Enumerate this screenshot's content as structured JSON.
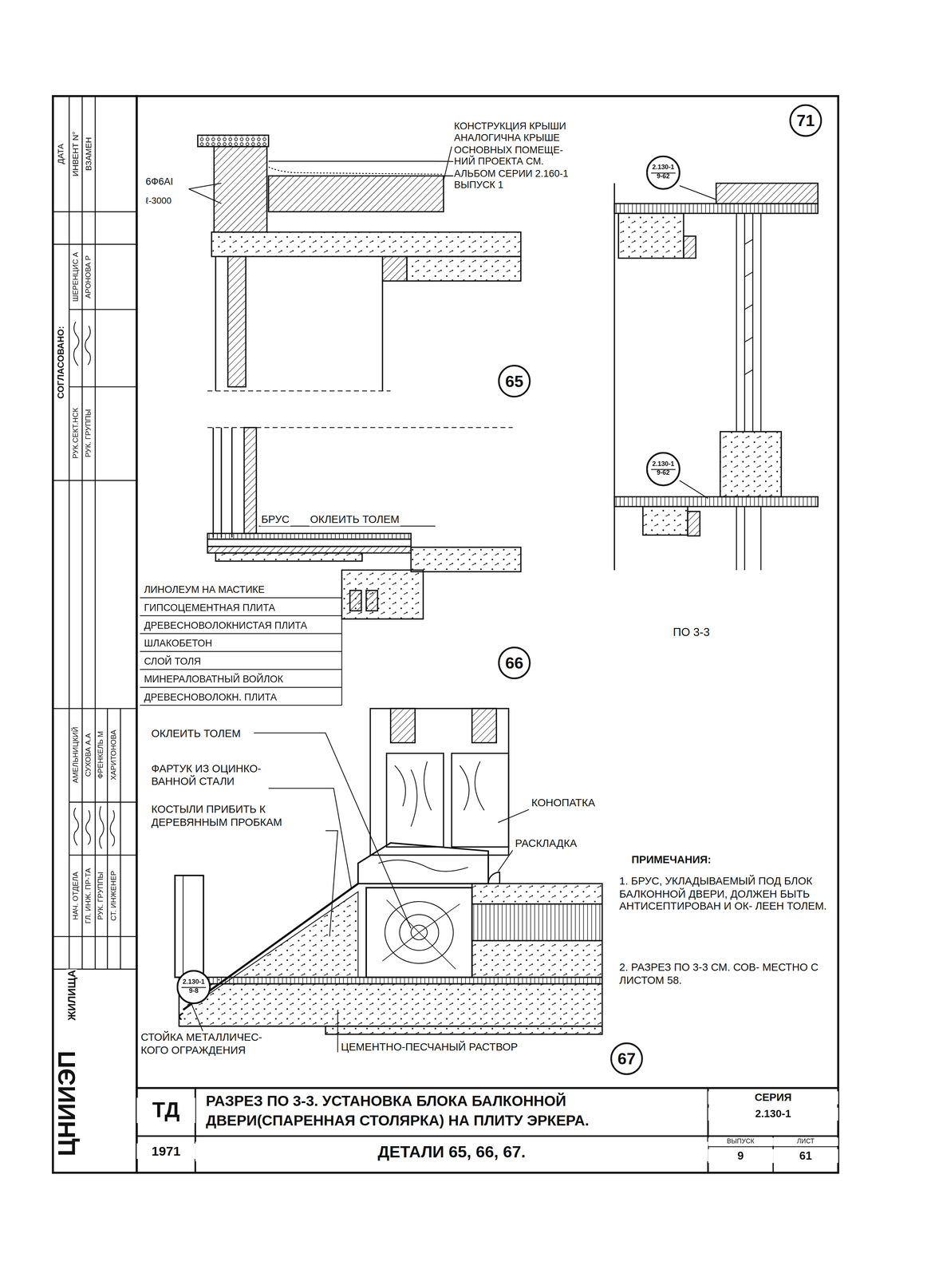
{
  "diagram": {
    "title": "РАЗРЕЗ ПО 3-3. УСТАНОВКА БЛОКА БАЛКОННОЙ ДВЕРИ(СПАРЕННАЯ СТОЛЯРКА) НА ПЛИТУ ЭРКЕРА.",
    "nodes": [
      {
        "text": [
          "71"
        ]
      },
      {
        "text": [
          "2.130-1",
          "9-62"
        ]
      },
      {
        "text": [
          "65"
        ]
      },
      {
        "text": [
          "2.130-1",
          "9-62"
        ]
      },
      {
        "text": [
          "66"
        ]
      },
      {
        "text": [
          "2.130-1",
          "9-8"
        ]
      },
      {
        "text": [
          "67"
        ]
      }
    ],
    "labels": [
      "КОНСТРУКЦИЯ КРЫШИ АНАЛОГИЧНА КРЫШЕ ОСНОВНЫХ ПОМЕЩЕ- НИЙ ПРОЕКТА СМ. АЛЬБОМ СЕРИИ 2.160-1 ВЫПУСК 1",
      "6Ф6АI",
      "ℓ-3000",
      "БРУС",
      "ОКЛЕИТЬ ТОЛЕМ",
      "ЛИНОЛЕУМ НА МАСТИКЕ",
      "ГИПСОЦЕМЕНТНАЯ ПЛИТА",
      "ДРЕВЕСНОВОЛОКНИСТАЯ ПЛИТА",
      "ШЛАКОБЕТОН",
      "СЛОЙ ТОЛЯ",
      "МИНЕРАЛОВАТНЫЙ ВОЙЛОК",
      "ДРЕВЕСНОВОЛОКН. ПЛИТА",
      "ПО 3-3",
      "ОКЛЕИТЬ ТОЛЕМ",
      "ФАРТУК ИЗ ОЦИНКО- ВАННОЙ СТАЛИ",
      "КОСТЫЛИ ПРИБИТЬ К ДЕРЕВЯННЫМ ПРОБКАМ",
      "КОНОПАТКА",
      "РАСКЛАДКА",
      "ПРИМЕЧАНИЯ:",
      "1. БРУС, УКЛАДЫВАЕМЫЙ ПОД БЛОК БАЛКОННОЙ ДВЕРИ, ДОЛЖЕН БЫТЬ АНТИСЕПТИРОВАН И ОК- ЛЕЕН ТОЛЕМ.",
      "2. РАЗРЕЗ ПО 3-3 СМ. СОВ- МЕСТНО С ЛИСТОМ 58.",
      "СТОЙКА МЕТАЛЛИЧЕС- КОГО ОГРАЖДЕНИЯ",
      "ЦЕМЕНТНО-ПЕСЧАНЫЙ РАСТВОР",
      "ТД",
      "1971",
      "ДЕТАЛИ 65, 66, 67.",
      "СЕРИЯ",
      "2.130-1",
      "ВЫПУСК",
      "9",
      "ЛИСТ",
      "61",
      "ДАТА",
      "ИНВЕНТ N°",
      "ВЗАМЕН",
      "ШЕРЕНЦИС А",
      "АРОНОВА Р",
      "СОГЛАСОВАНО:",
      "РУК.СЕКТ.НСК",
      "РУК. ГРУППЫ",
      "АМЕЛЬНИЦКИЙ",
      "СУХОВА А.А",
      "ФРЕНКЕЛЬ М",
      "ХАРИТОНОВА",
      "НАЧ. ОТДЕЛА",
      "ГЛ. ИНЖ. ПР-ТА",
      "РУК. ГРУППЫ",
      "СТ. ИНЖЕНЕР",
      "ЖИЛИЩА",
      "ЦНИИЭП"
    ]
  }
}
